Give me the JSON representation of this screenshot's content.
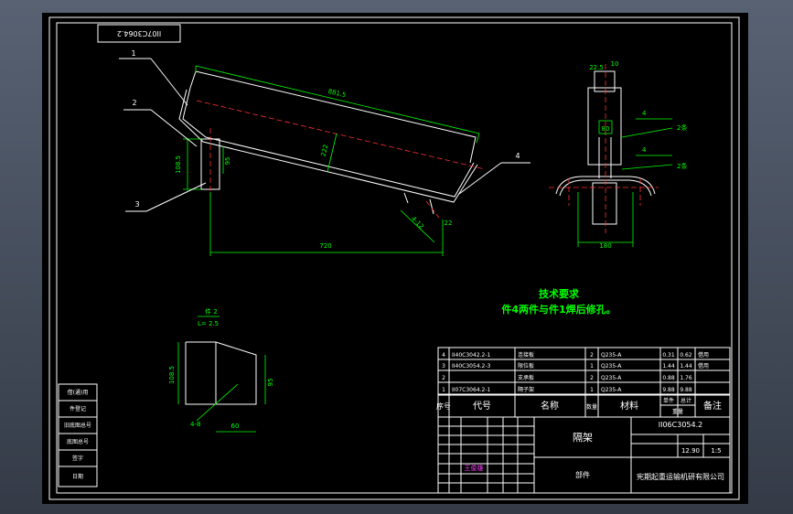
{
  "drawing": {
    "title_block": {
      "drawing_number_rotated": "II07C3064.2",
      "drawing_number": "II06C3054.2",
      "part_name": "隔架",
      "part_type": "部件",
      "company": "宪期起重运输机研有限公司",
      "scale": "1:5",
      "weight": "12.90",
      "designer": "王俊雄"
    },
    "leaders": [
      "1",
      "2",
      "3",
      "4"
    ],
    "dims": {
      "top": "881.5",
      "width": "720",
      "mid": "222",
      "side": "108.5",
      "small": "95",
      "angle": "4-12",
      "r": "22",
      "right_w": "180",
      "right_top": "22.5",
      "right_top2": "10",
      "right_mid": "80",
      "weld_1": "4",
      "weld_2": "4",
      "weld_side_1": "2条",
      "weld_side_2": "2条"
    },
    "part2": {
      "label": "件 2",
      "sub": "L= 2.5",
      "h": "108.5",
      "s": "95",
      "b": "60",
      "a": "4-8"
    },
    "tech": {
      "title": "技术要求",
      "line": "件4两件与件1焊后修孔。"
    },
    "bom": [
      {
        "no": "4",
        "code": "II40C3042.2-1",
        "name": "连接板",
        "qty": "2",
        "mat": "Q235-A",
        "w1": "0.31",
        "w2": "0.62",
        "note": "借用"
      },
      {
        "no": "3",
        "code": "II40C3054.2-3",
        "name": "限位板",
        "qty": "1",
        "mat": "Q235-A",
        "w1": "1.44",
        "w2": "1.44",
        "note": "借用"
      },
      {
        "no": "2",
        "code": "",
        "name": "支承板",
        "qty": "2",
        "mat": "Q235-A",
        "w1": "0.88",
        "w2": "1.76",
        "note": ""
      },
      {
        "no": "1",
        "code": "II07C3064.2-1",
        "name": "隔子架",
        "qty": "1",
        "mat": "Q235-A",
        "w1": "9.88",
        "w2": "9.88",
        "note": ""
      }
    ],
    "bom_header": {
      "no": "序号",
      "code": "代号",
      "name": "名称",
      "qty": "数量",
      "mat": "材料",
      "unit": "单件",
      "total": "总计",
      "weight": "重量",
      "note": "备注"
    },
    "left_strip": [
      "借(通)用",
      "件登记",
      "旧底图总号",
      "底图总号",
      "签字",
      "日期"
    ]
  }
}
